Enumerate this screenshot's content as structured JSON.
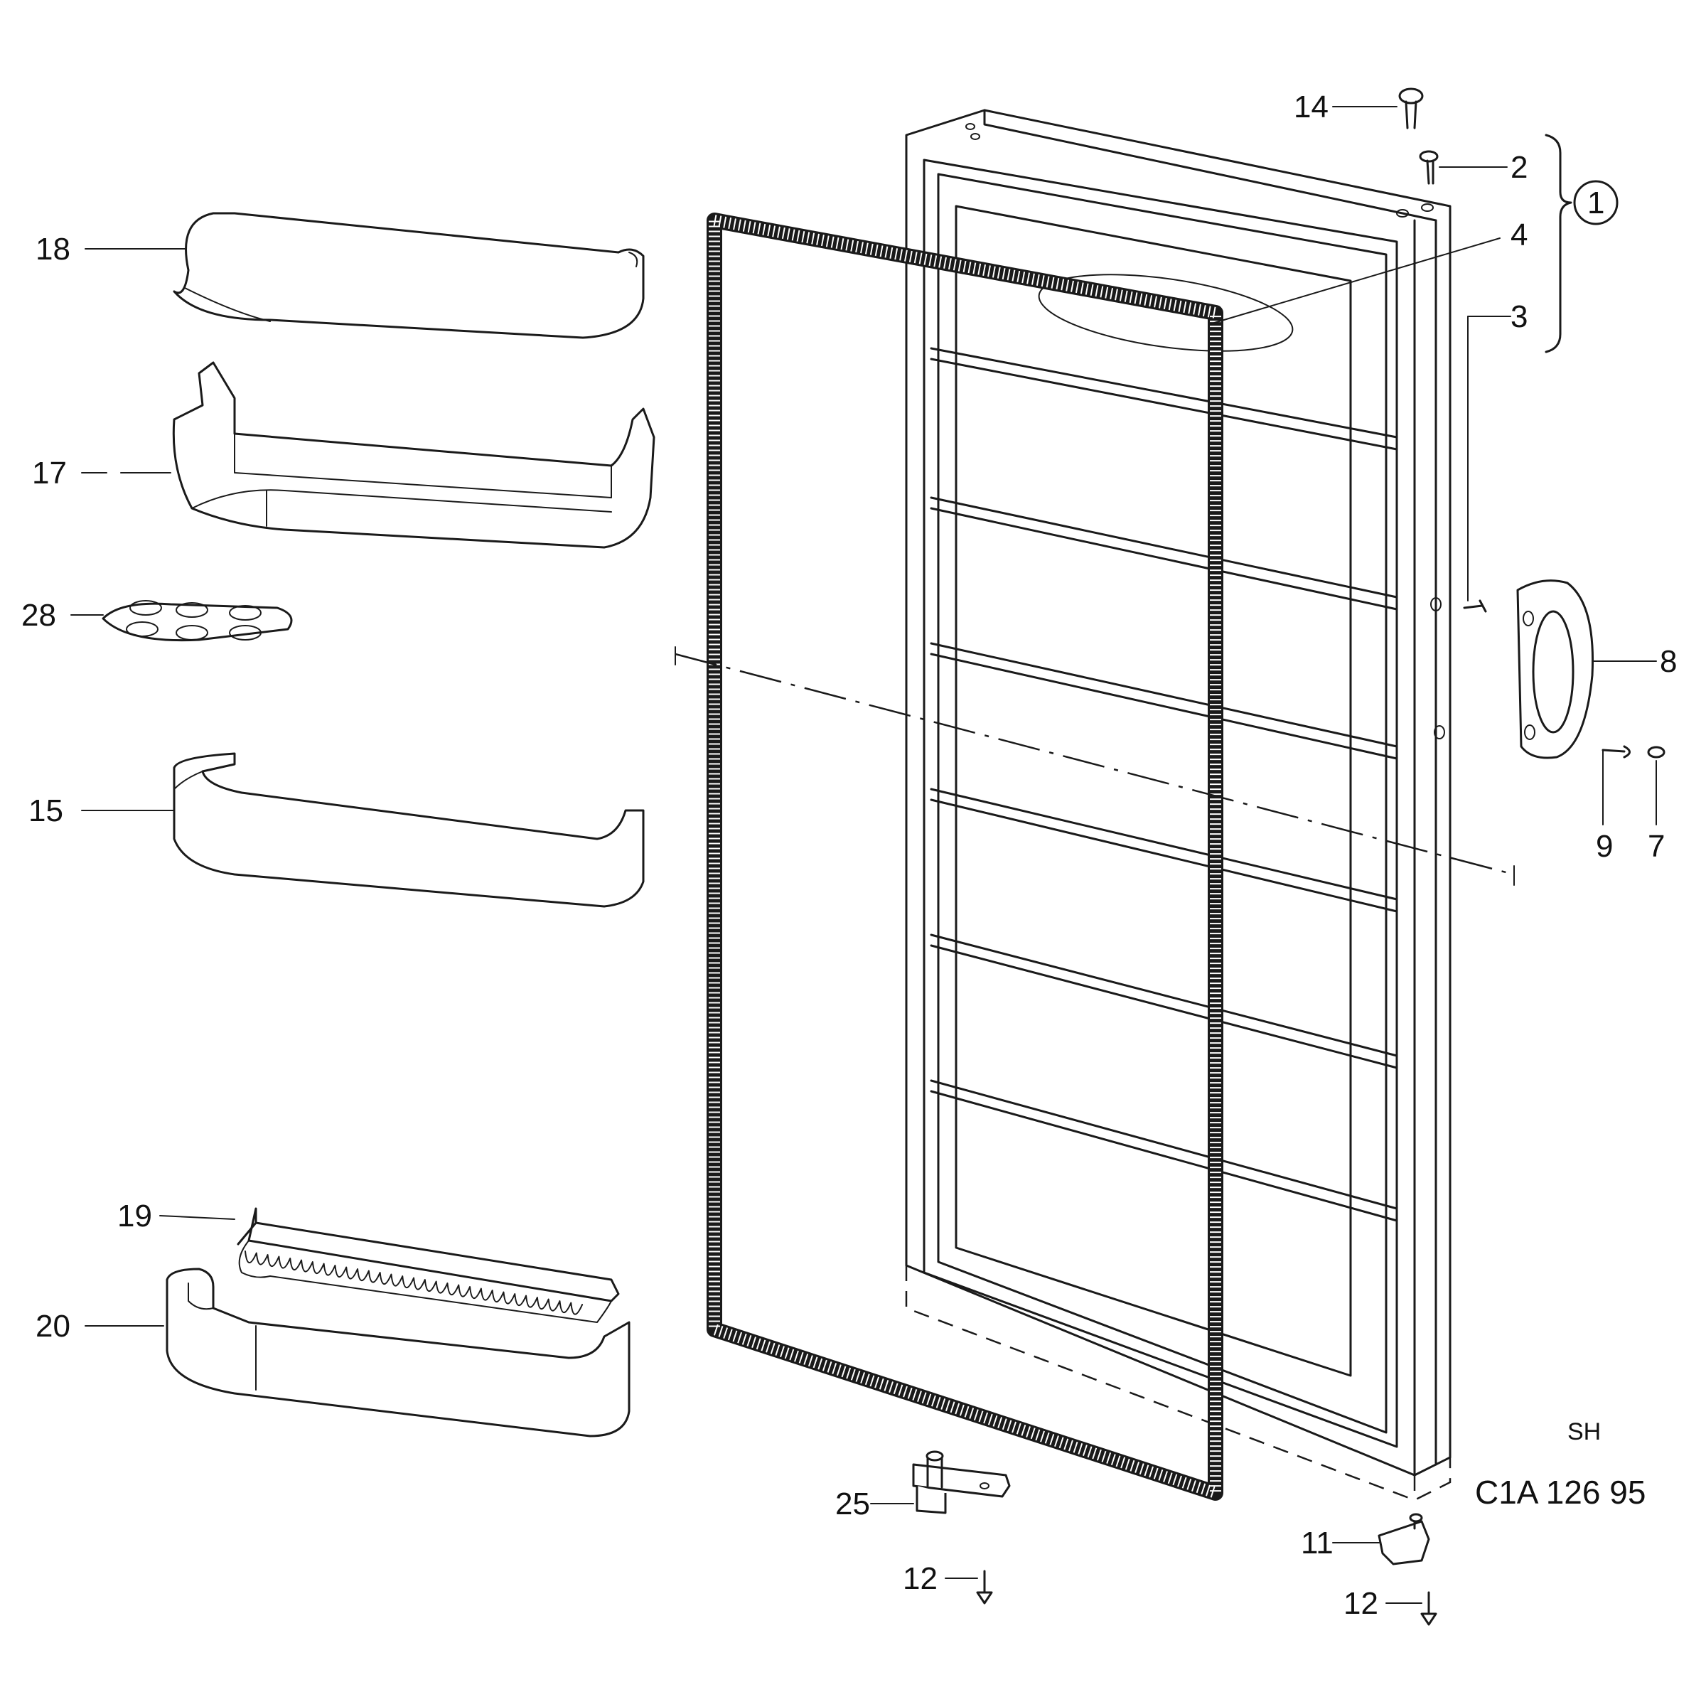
{
  "drawing": {
    "code": "C1A 126 95",
    "mark": "SH",
    "assembly_label": "1"
  },
  "callouts": [
    {
      "id": "c14",
      "label": "14"
    },
    {
      "id": "c2",
      "label": "2"
    },
    {
      "id": "c4",
      "label": "4"
    },
    {
      "id": "c3",
      "label": "3"
    },
    {
      "id": "c18",
      "label": "18"
    },
    {
      "id": "c17",
      "label": "17"
    },
    {
      "id": "c28",
      "label": "28"
    },
    {
      "id": "c15",
      "label": "15"
    },
    {
      "id": "c8",
      "label": "8"
    },
    {
      "id": "c9",
      "label": "9"
    },
    {
      "id": "c7",
      "label": "7"
    },
    {
      "id": "c19",
      "label": "19"
    },
    {
      "id": "c20",
      "label": "20"
    },
    {
      "id": "c25",
      "label": "25"
    },
    {
      "id": "c11",
      "label": "11"
    },
    {
      "id": "c12a",
      "label": "12"
    },
    {
      "id": "c12b",
      "label": "12"
    }
  ]
}
